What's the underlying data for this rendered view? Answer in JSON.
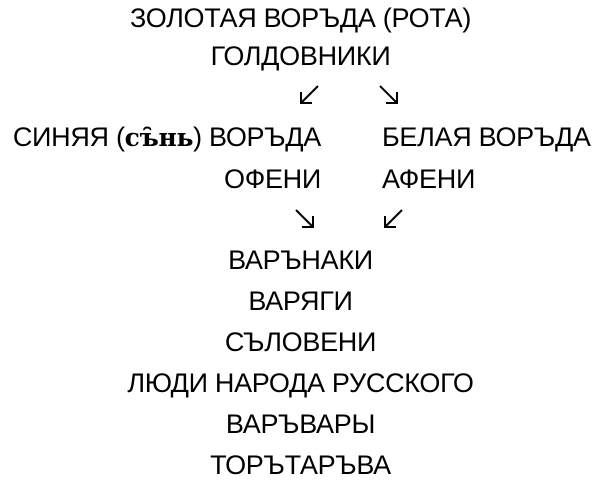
{
  "top": {
    "title": "ЗОЛОТАЯ ВОРЪДА (РОТА)",
    "subtitle": "ГОЛДОВНИКИ"
  },
  "left_branch": {
    "name_prefix": "СИНЯЯ (",
    "name_special": "съ̑нь",
    "name_suffix": ") ВОРЪДА",
    "people": "ОФЕНИ"
  },
  "right_branch": {
    "name": "БЕЛАЯ ВОРЪДА",
    "people": "АФЕНИ"
  },
  "bottom_list": [
    "ВАРЪНАКИ",
    "ВАРЯГИ",
    "СЪЛОВЕНИ",
    "ЛЮДИ НАРОДА РУССКОГО",
    "ВАРЪВАРЫ",
    "ТОРЪТАРЪВА"
  ],
  "icons": {
    "top_left_arrow": "arrow-down-left-icon",
    "top_right_arrow": "arrow-down-right-icon",
    "bottom_left_arrow": "arrow-down-right-icon",
    "bottom_right_arrow": "arrow-down-left-icon"
  },
  "colors": {
    "text": "#000000",
    "background": "#ffffff"
  }
}
